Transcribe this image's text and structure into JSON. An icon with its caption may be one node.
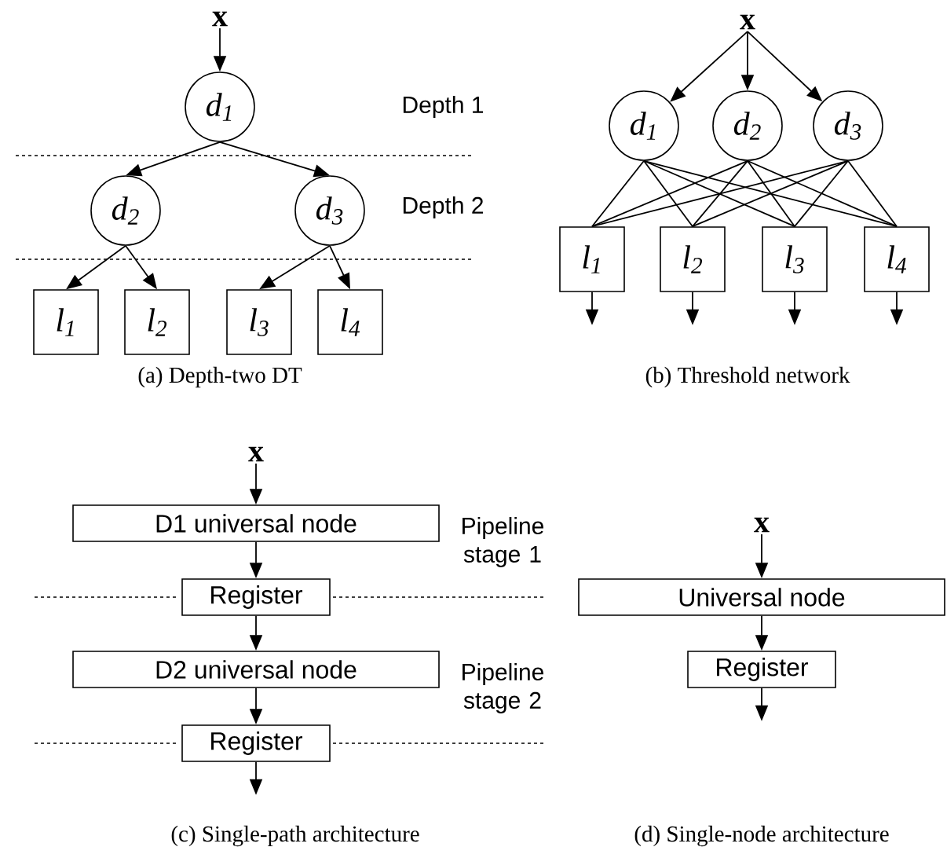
{
  "diagram": {
    "nodes": [
      {
        "text": [
          "x"
        ]
      },
      {
        "text": [
          "d$_{1}$"
        ]
      },
      {
        "text": [
          "d$_{2}$"
        ]
      },
      {
        "text": [
          "d$_{3}$"
        ]
      },
      {
        "text": [
          "l$_{1}$"
        ]
      },
      {
        "text": [
          "l$_{2}$"
        ]
      },
      {
        "text": [
          "l$_{3}$"
        ]
      },
      {
        "text": [
          "l$_{4}$"
        ]
      },
      {
        "text": [
          "x"
        ]
      },
      {
        "text": [
          "d$_{1}$"
        ]
      },
      {
        "text": [
          "d$_{2}$"
        ]
      },
      {
        "text": [
          "d$_{3}$"
        ]
      },
      {
        "text": [
          "l$_{1}$"
        ]
      },
      {
        "text": [
          "l$_{2}$"
        ]
      },
      {
        "text": [
          "l$_{3}$"
        ]
      },
      {
        "text": [
          "l$_{4}$"
        ]
      },
      {
        "text": [
          "x"
        ]
      },
      {
        "text": [
          "D1 universal node"
        ]
      },
      {
        "text": [
          "Register"
        ]
      },
      {
        "text": [
          "D2 universal node"
        ]
      },
      {
        "text": [
          "Register"
        ]
      },
      {
        "text": [
          "x"
        ]
      },
      {
        "text": [
          "Universal node"
        ]
      },
      {
        "text": [
          "Register"
        ]
      }
    ],
    "edges": [
      {
        "from": 0,
        "to": 1,
        "arrow": "to"
      },
      {
        "from": 1,
        "to": 2,
        "arrow": "to"
      },
      {
        "from": 1,
        "to": 3,
        "arrow": "to"
      },
      {
        "from": 2,
        "to": 4,
        "arrow": "to"
      },
      {
        "from": 2,
        "to": 5,
        "arrow": "to"
      },
      {
        "from": 3,
        "to": 6,
        "arrow": "to"
      },
      {
        "from": 3,
        "to": 7,
        "arrow": "to"
      },
      {
        "from": 8,
        "to": 9,
        "arrow": "to"
      },
      {
        "from": 8,
        "to": 10,
        "arrow": "to"
      },
      {
        "from": 8,
        "to": 11,
        "arrow": "to"
      },
      {
        "from": 9,
        "to": 12,
        "arrow": "none"
      },
      {
        "from": 9,
        "to": 13,
        "arrow": "none"
      },
      {
        "from": 9,
        "to": 14,
        "arrow": "none"
      },
      {
        "from": 9,
        "to": 15,
        "arrow": "none"
      },
      {
        "from": 10,
        "to": 12,
        "arrow": "none"
      },
      {
        "from": 10,
        "to": 13,
        "arrow": "none"
      },
      {
        "from": 10,
        "to": 14,
        "arrow": "none"
      },
      {
        "from": 10,
        "to": 15,
        "arrow": "none"
      },
      {
        "from": 11,
        "to": 12,
        "arrow": "none"
      },
      {
        "from": 11,
        "to": 13,
        "arrow": "none"
      },
      {
        "from": 11,
        "to": 14,
        "arrow": "none"
      },
      {
        "from": 11,
        "to": 15,
        "arrow": "none"
      },
      {
        "from": 12,
        "to": null,
        "arrow": "to"
      },
      {
        "from": 13,
        "to": null,
        "arrow": "to"
      },
      {
        "from": 14,
        "to": null,
        "arrow": "to"
      },
      {
        "from": 15,
        "to": null,
        "arrow": "to"
      },
      {
        "from": 16,
        "to": 17,
        "arrow": "to"
      },
      {
        "from": 17,
        "to": 18,
        "arrow": "to"
      },
      {
        "from": 18,
        "to": 19,
        "arrow": "to"
      },
      {
        "from": 19,
        "to": 20,
        "arrow": "to"
      },
      {
        "from": 20,
        "to": null,
        "arrow": "to"
      },
      {
        "from": 21,
        "to": 22,
        "arrow": "to"
      },
      {
        "from": 22,
        "to": 23,
        "arrow": "to"
      },
      {
        "from": 23,
        "to": null,
        "arrow": "to"
      }
    ],
    "labels": [
      "Depth 1",
      "Depth 2",
      "(a) Depth-two DT",
      "(b) Threshold network",
      "Pipeline stage 1",
      "Pipeline stage 2",
      "(c) Single-path architecture",
      "(d) Single-node architecture"
    ]
  }
}
